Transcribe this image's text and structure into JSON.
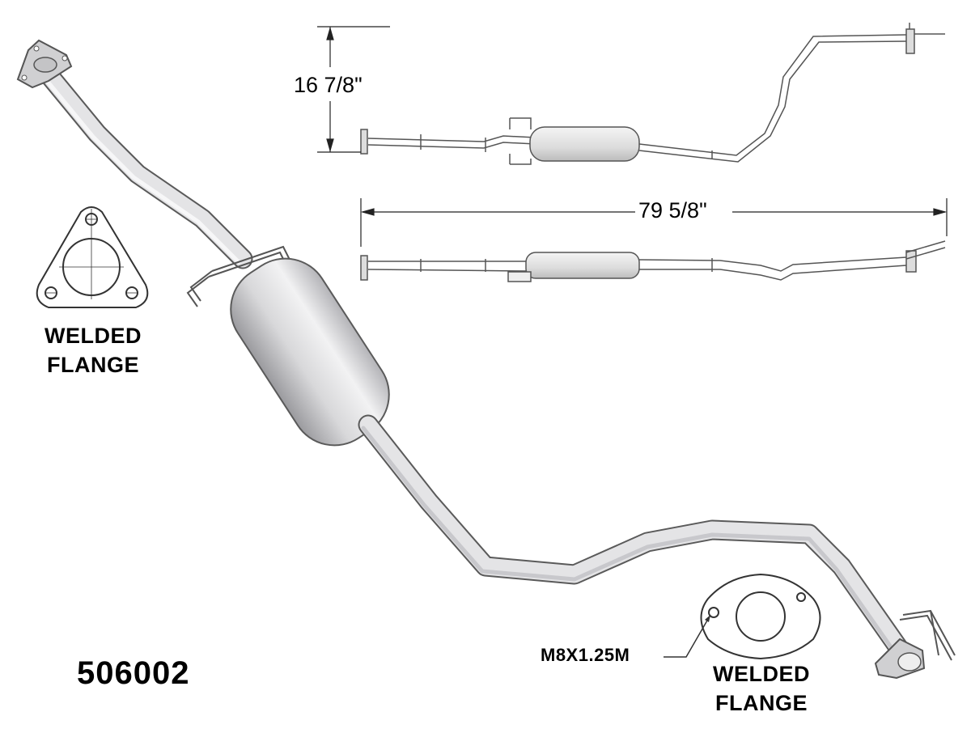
{
  "part_number": "506002",
  "dimensions": {
    "height": "16 7/8\"",
    "length": "79 5/8\""
  },
  "flanges": {
    "inlet": {
      "line1": "WELDED",
      "line2": "FLANGE",
      "shape": "three-bolt-triangle-flange-icon"
    },
    "outlet": {
      "line1": "WELDED",
      "line2": "FLANGE",
      "shape": "two-bolt-oval-flange-icon",
      "thread_spec": "M8X1.25M"
    }
  },
  "colors": {
    "pipe_fill": "#e2e2e4",
    "pipe_shade": "#b8b8bc",
    "outline": "#555555",
    "text": "#000000"
  }
}
